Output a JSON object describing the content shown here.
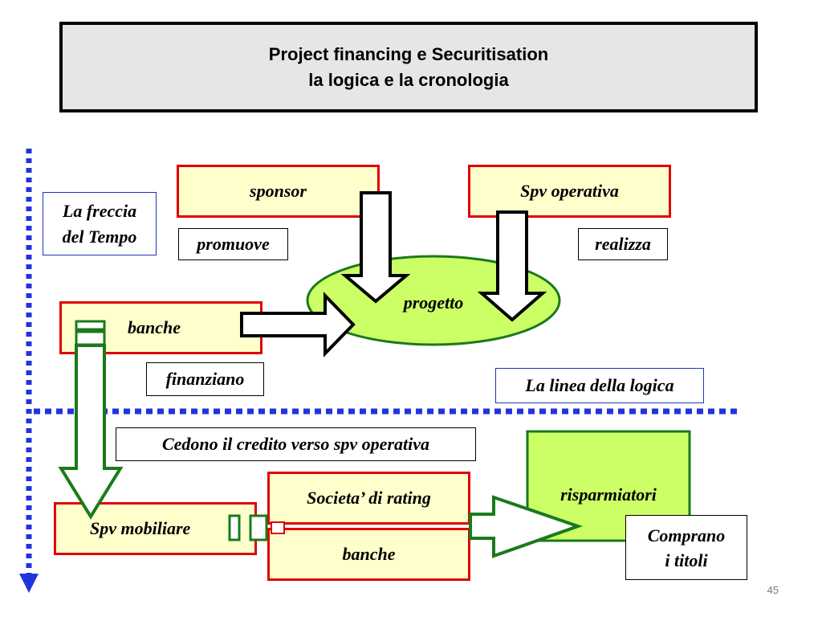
{
  "title": {
    "line1": "Project financing e Securitisation",
    "line2": "la logica e la cronologia"
  },
  "nodes": {
    "sponsor": "sponsor",
    "spv_operativa": "Spv operativa",
    "progetto": "progetto",
    "banche_top": "banche",
    "spv_mobiliare": "Spv mobiliare",
    "societa_rating": "Societa’ di rating",
    "banche_bottom": "banche",
    "risparmiatori": "risparmiatori"
  },
  "notes": {
    "freccia_line1": "La freccia",
    "freccia_line2": "del Tempo",
    "promuove": "promuove",
    "realizza": "realizza",
    "finanziano": "finanziano",
    "linea_logica": "La linea della logica",
    "cedono": "Cedono il credito verso spv operativa",
    "comprano_line1": "Comprano",
    "comprano_line2": "i titoli"
  },
  "page_number": "45",
  "colors": {
    "red_border": "#e00000",
    "green": "#1a7a1a",
    "blue": "#2233dd",
    "light_yellow": "#ffffcc",
    "light_green": "#ccff66"
  }
}
